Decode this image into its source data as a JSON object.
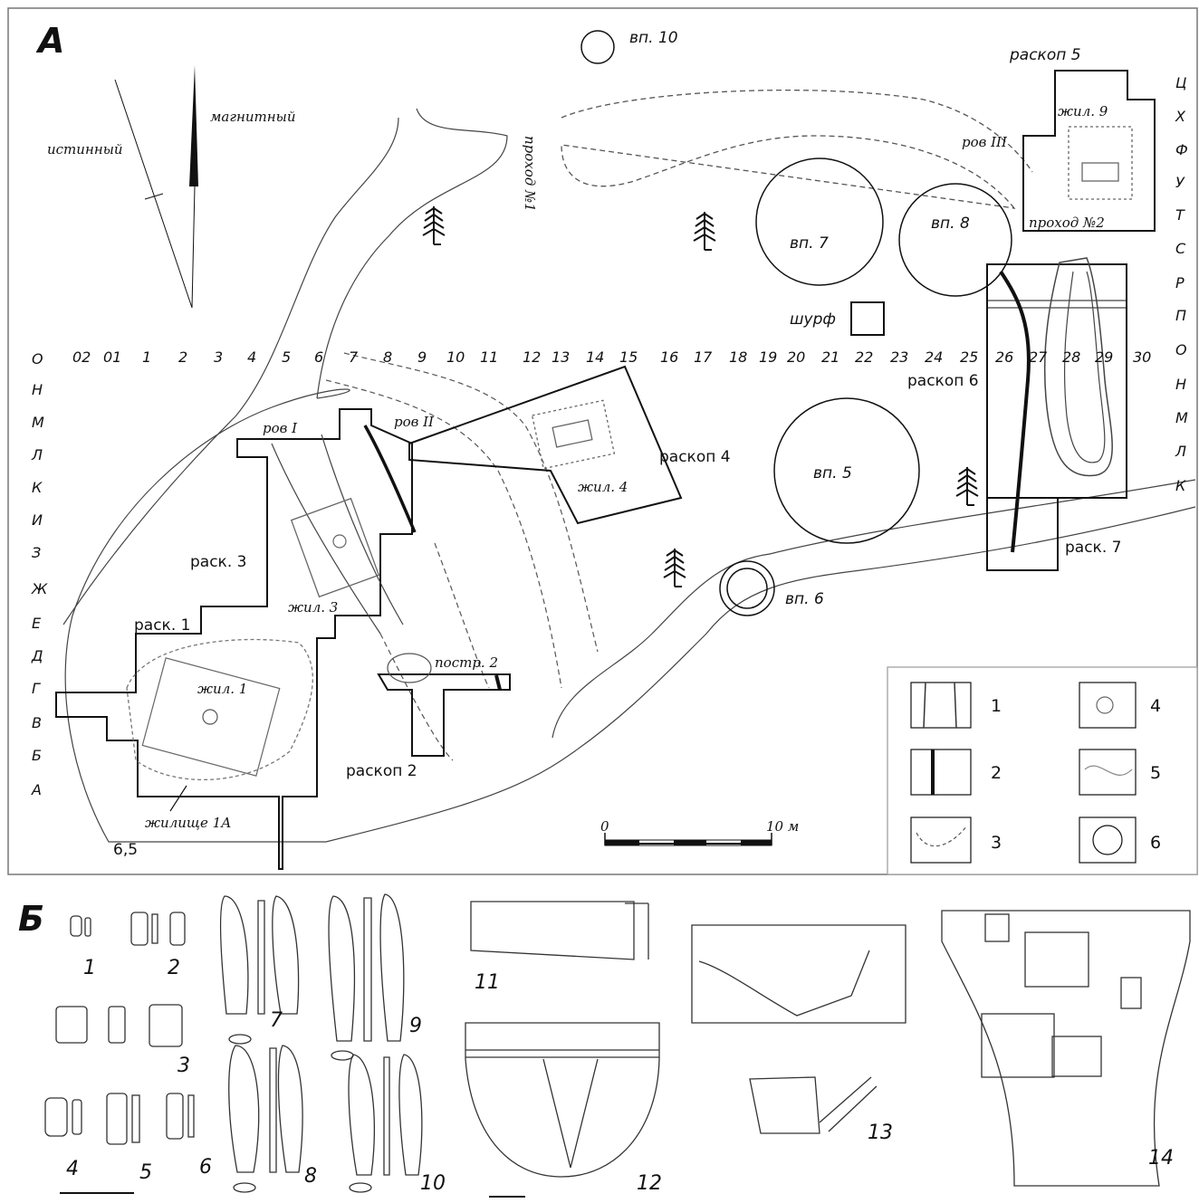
{
  "panel_a": {
    "label": "А",
    "compass": {
      "true_north": "истинный",
      "magnetic": "магнитный"
    },
    "column_labels": [
      "02",
      "01",
      "1",
      "2",
      "3",
      "4",
      "5",
      "6",
      "7",
      "8",
      "9",
      "10",
      "11",
      "12",
      "13",
      "14",
      "15",
      "16",
      "17",
      "18",
      "19",
      "20",
      "21",
      "22",
      "23",
      "24",
      "25",
      "26",
      "27",
      "28",
      "29",
      "30"
    ],
    "row_labels_left": [
      "О",
      "Н",
      "М",
      "Л",
      "К",
      "И",
      "З",
      "Ж",
      "Е",
      "Д",
      "Г",
      "В",
      "Б",
      "А"
    ],
    "row_labels_right": [
      "Ц",
      "Х",
      "Ф",
      "У",
      "Т",
      "С",
      "Р",
      "П",
      "О",
      "Н",
      "М",
      "Л",
      "К"
    ],
    "depressions": [
      "вп. 10",
      "вп. 7",
      "вп. 8",
      "вп. 5",
      "вп. 6"
    ],
    "excavations": [
      "раскоп 5",
      "раскоп 6",
      "раскоп 4",
      "раск. 3",
      "раск. 1",
      "раскоп 2",
      "раск. 7"
    ],
    "trench": "шурф",
    "dwellings": [
      "жил. 9",
      "жил. 4",
      "жил. 3",
      "жил. 1",
      "жилище 1А"
    ],
    "building": "постр. 2",
    "ditches": [
      "ров I",
      "ров II",
      "ров III"
    ],
    "passages": [
      "проход №1",
      "проход №2"
    ],
    "elevation": "6,5",
    "scale": {
      "start": "0",
      "end": "10 м"
    },
    "legend": [
      "1",
      "2",
      "3",
      "4",
      "5",
      "6"
    ]
  },
  "panel_b": {
    "label": "Б",
    "artifact_numbers": [
      "1",
      "2",
      "3",
      "4",
      "5",
      "6",
      "7",
      "8",
      "9",
      "10",
      "11",
      "12",
      "13",
      "14"
    ]
  }
}
